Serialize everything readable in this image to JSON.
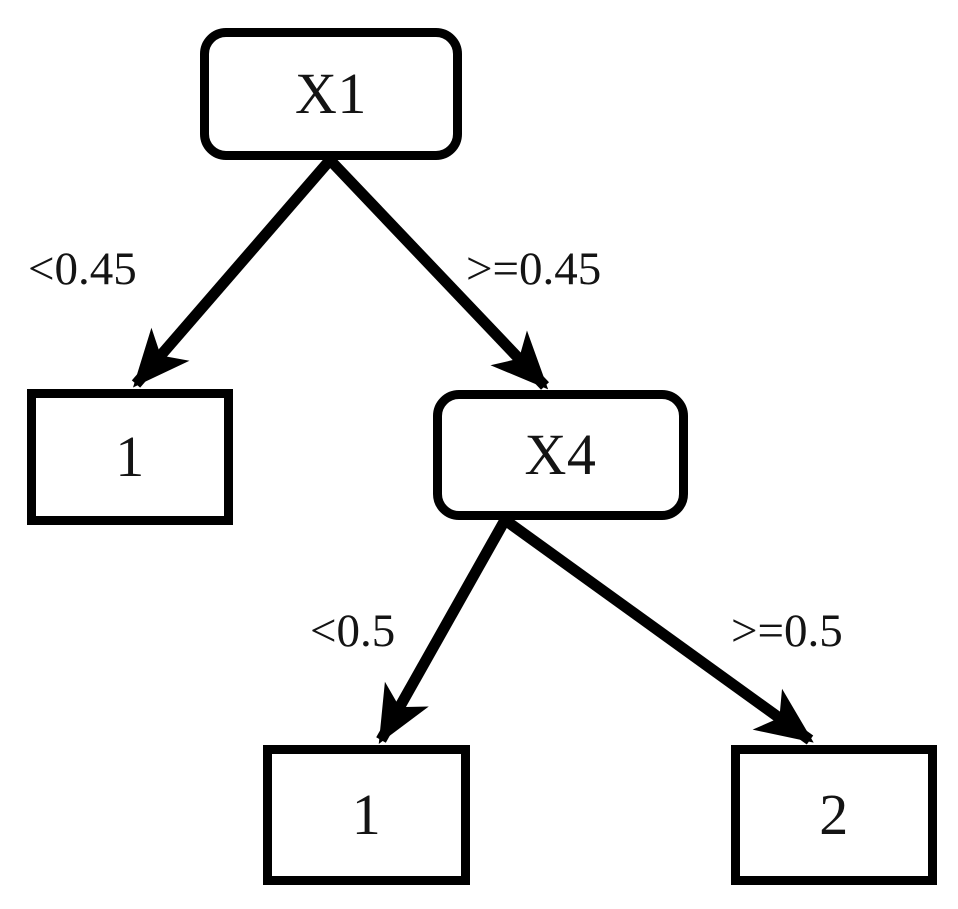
{
  "diagram": {
    "type": "decision-tree",
    "title": "",
    "background_color": "#ffffff",
    "stroke_color": "#000000",
    "text_color": "#141414",
    "nodes": [
      {
        "id": "root",
        "label": "X1",
        "kind": "internal",
        "shape": "rounded-rectangle"
      },
      {
        "id": "leaf_a",
        "label": "1",
        "kind": "leaf",
        "shape": "rectangle"
      },
      {
        "id": "x4",
        "label": "X4",
        "kind": "internal",
        "shape": "rounded-rectangle"
      },
      {
        "id": "leaf_b",
        "label": "1",
        "kind": "leaf",
        "shape": "rectangle"
      },
      {
        "id": "leaf_c",
        "label": "2",
        "kind": "leaf",
        "shape": "rectangle"
      }
    ],
    "edges": [
      {
        "from": "root",
        "to": "leaf_a",
        "label": "<0.45",
        "arrow": "filled-triangle"
      },
      {
        "from": "root",
        "to": "x4",
        "label": ">=0.45",
        "arrow": "filled-triangle"
      },
      {
        "from": "x4",
        "to": "leaf_b",
        "label": "<0.5",
        "arrow": "filled-triangle"
      },
      {
        "from": "x4",
        "to": "leaf_c",
        "label": ">=0.5",
        "arrow": "filled-triangle"
      }
    ]
  }
}
